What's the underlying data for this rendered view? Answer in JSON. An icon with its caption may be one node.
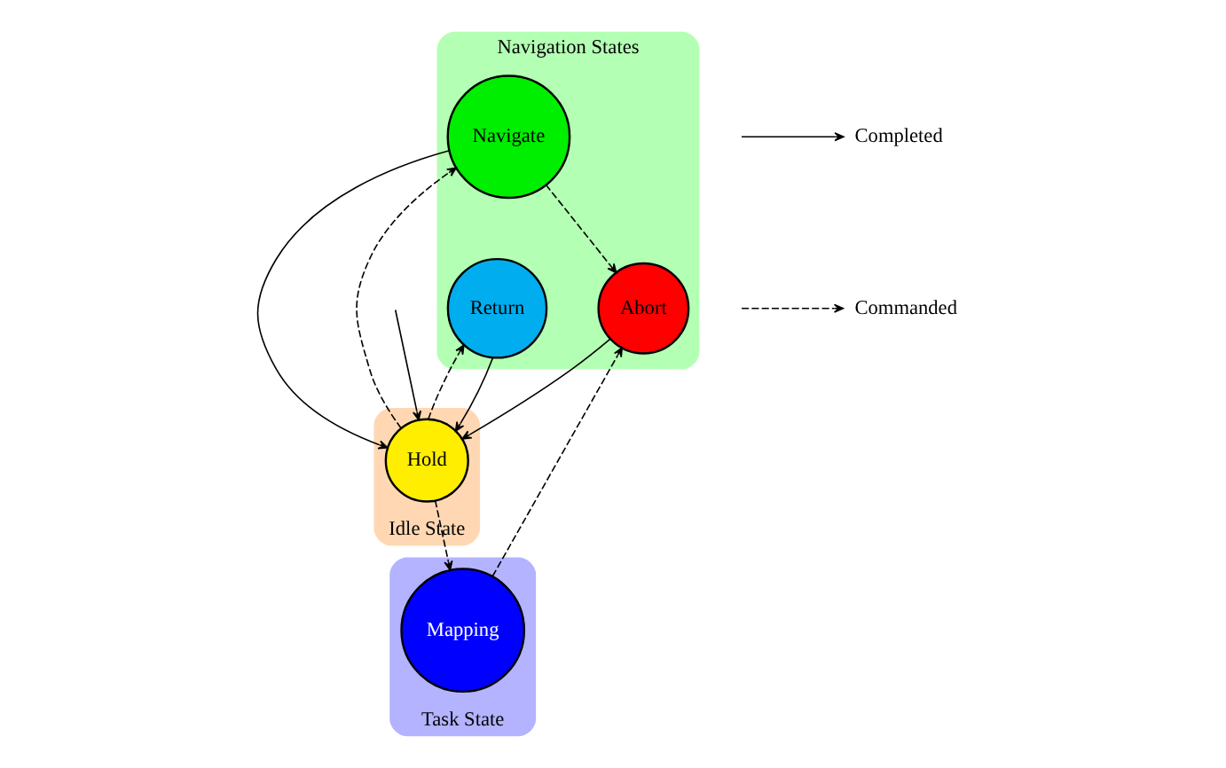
{
  "diagram": {
    "nodes": [
      {
        "text": [
          "Navigation States"
        ]
      },
      {
        "text": [
          "Abort"
        ],
        "in": 0
      },
      {
        "text": [
          "Navigate"
        ],
        "in": 0
      },
      {
        "text": [
          "Return"
        ],
        "in": 0
      },
      {
        "text": [
          "Task State"
        ]
      },
      {
        "text": [
          "Mapping"
        ],
        "in": 4
      },
      {
        "text": [
          "Idle State"
        ]
      },
      {
        "text": [
          "Hold"
        ],
        "in": 6
      }
    ],
    "edges": [
      {
        "from": 2,
        "to": 1,
        "arrow": "to",
        "style": "dashed"
      },
      {
        "from": 1,
        "to": 7,
        "arrow": "to"
      },
      {
        "from": 2,
        "to": 7,
        "arrow": "to"
      },
      {
        "from": 3,
        "to": 7,
        "arrow": "to"
      },
      {
        "from": 7,
        "to": 2,
        "arrow": "to",
        "style": "dashed"
      },
      {
        "from": 7,
        "to": 3,
        "arrow": "to",
        "style": "dashed"
      },
      {
        "from": 7,
        "to": 5,
        "arrow": "to",
        "style": "dashed"
      },
      {
        "from": 5,
        "to": 1,
        "arrow": "to",
        "style": "dashed"
      },
      {
        "from": null,
        "to": 7,
        "arrow": "to"
      }
    ],
    "legend": [
      {
        "text": "Completed"
      },
      {
        "text": "Commanded"
      }
    ]
  }
}
